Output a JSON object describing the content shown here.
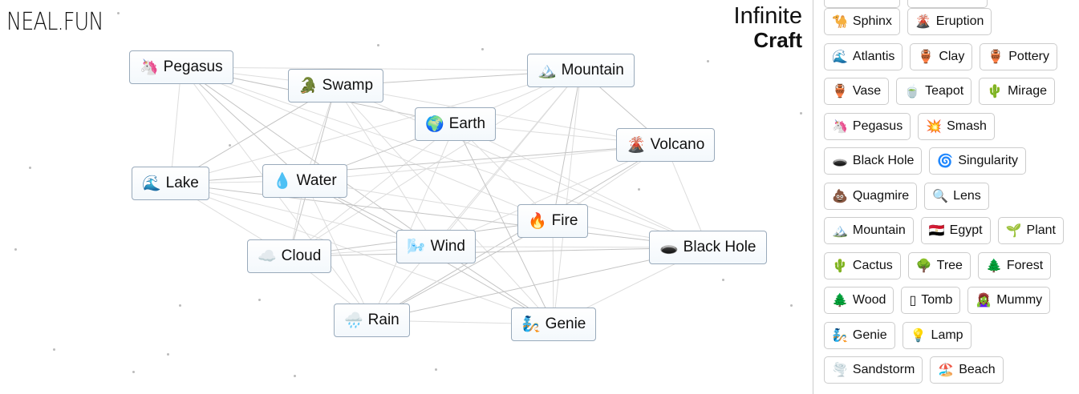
{
  "header": {
    "logo": "NEAL.FUN",
    "title_line1": "Infinite",
    "title_line2": "Craft"
  },
  "canvas_nodes": [
    {
      "id": "pegasus",
      "emoji": "🦄",
      "label": "Pegasus"
    },
    {
      "id": "swamp",
      "emoji": "🐊",
      "label": "Swamp"
    },
    {
      "id": "mountain",
      "emoji": "🏔️",
      "label": "Mountain"
    },
    {
      "id": "earth",
      "emoji": "🌍",
      "label": "Earth"
    },
    {
      "id": "volcano",
      "emoji": "🌋",
      "label": "Volcano"
    },
    {
      "id": "lake",
      "emoji": "🌊",
      "label": "Lake"
    },
    {
      "id": "water",
      "emoji": "💧",
      "label": "Water"
    },
    {
      "id": "fire",
      "emoji": "🔥",
      "label": "Fire"
    },
    {
      "id": "cloud",
      "emoji": "☁️",
      "label": "Cloud"
    },
    {
      "id": "wind",
      "emoji": "🌬️",
      "label": "Wind"
    },
    {
      "id": "blackhole",
      "emoji": "🕳️",
      "label": "Black Hole"
    },
    {
      "id": "rain",
      "emoji": "🌧️",
      "label": "Rain"
    },
    {
      "id": "genie",
      "emoji": "🧞",
      "label": "Genie"
    }
  ],
  "sidebar_rows": [
    [
      {
        "emoji": "🐪",
        "label": "Sphinx"
      },
      {
        "emoji": "🌋",
        "label": "Eruption"
      }
    ],
    [
      {
        "emoji": "🌊",
        "label": "Atlantis"
      },
      {
        "emoji": "🏺",
        "label": "Clay"
      },
      {
        "emoji": "🏺",
        "label": "Pottery"
      }
    ],
    [
      {
        "emoji": "🏺",
        "label": "Vase"
      },
      {
        "emoji": "🍵",
        "label": "Teapot"
      },
      {
        "emoji": "🌵",
        "label": "Mirage"
      }
    ],
    [
      {
        "emoji": "🦄",
        "label": "Pegasus"
      },
      {
        "emoji": "💥",
        "label": "Smash"
      }
    ],
    [
      {
        "emoji": "🕳️",
        "label": "Black Hole"
      },
      {
        "emoji": "🌀",
        "label": "Singularity"
      }
    ],
    [
      {
        "emoji": "💩",
        "label": "Quagmire"
      },
      {
        "emoji": "🔍",
        "label": "Lens"
      }
    ],
    [
      {
        "emoji": "🏔️",
        "label": "Mountain"
      },
      {
        "emoji": "🇪🇬",
        "label": "Egypt"
      },
      {
        "emoji": "🌱",
        "label": "Plant"
      }
    ],
    [
      {
        "emoji": "🌵",
        "label": "Cactus"
      },
      {
        "emoji": "🌳",
        "label": "Tree"
      },
      {
        "emoji": "🌲",
        "label": "Forest"
      }
    ],
    [
      {
        "emoji": "🌲",
        "label": "Wood"
      },
      {
        "emoji": "▯",
        "label": "Tomb"
      },
      {
        "emoji": "🧟‍♀️",
        "label": "Mummy"
      }
    ],
    [
      {
        "emoji": "🧞",
        "label": "Genie"
      },
      {
        "emoji": "💡",
        "label": "Lamp"
      }
    ],
    [
      {
        "emoji": "🌪️",
        "label": "Sandstorm"
      },
      {
        "emoji": "🏖️",
        "label": "Beach"
      }
    ]
  ]
}
